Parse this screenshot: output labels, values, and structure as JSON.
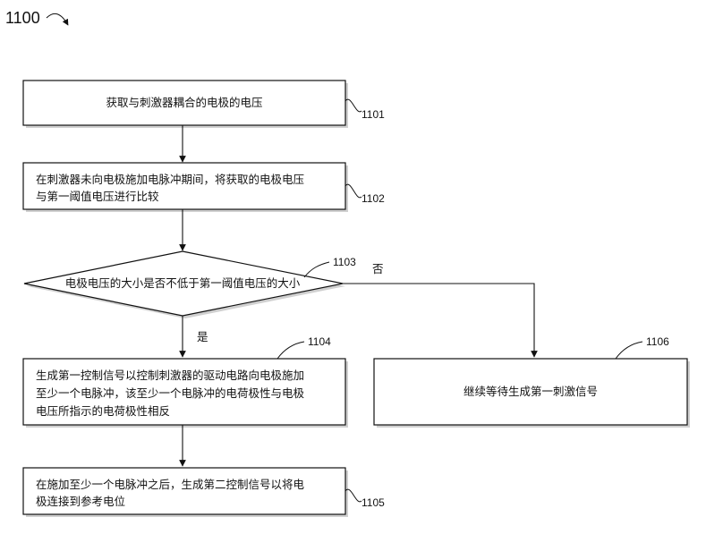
{
  "figure": {
    "number": "1100"
  },
  "nodes": {
    "n1101": {
      "ref": "1101",
      "lines": [
        "获取与刺激器耦合的电极的电压"
      ]
    },
    "n1102": {
      "ref": "1102",
      "lines": [
        "在刺激器未向电极施加电脉冲期间，将获取的电极电压",
        "与第一阈值电压进行比较"
      ]
    },
    "n1103": {
      "ref": "1103",
      "lines": [
        "电极电压的大小是否不低于第一阈值电压的大小"
      ]
    },
    "n1104": {
      "ref": "1104",
      "lines": [
        "生成第一控制信号以控制刺激器的驱动电路向电极施加",
        "至少一个电脉冲，该至少一个电脉冲的电荷极性与电极",
        "电压所指示的电荷极性相反"
      ]
    },
    "n1105": {
      "ref": "1105",
      "lines": [
        "在施加至少一个电脉冲之后，生成第二控制信号以将电",
        "极连接到参考电位"
      ]
    },
    "n1106": {
      "ref": "1106",
      "lines": [
        "继续等待生成第一刺激信号"
      ]
    }
  },
  "branches": {
    "yes": "是",
    "no": "否"
  }
}
